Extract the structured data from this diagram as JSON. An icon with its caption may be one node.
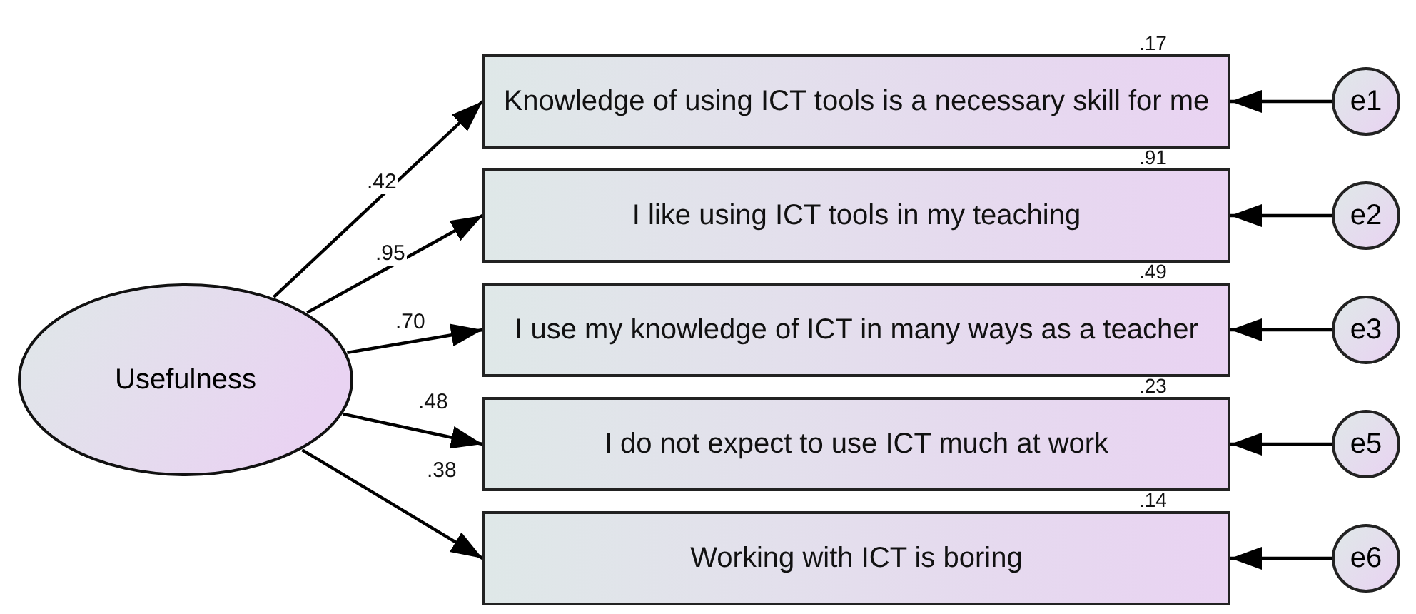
{
  "diagram": {
    "nodes": [
      {
        "text": [
          "Usefulness"
        ]
      },
      {
        "text": [
          "Knowledge of using ICT tools is a necessary skill for me"
        ],
        "beside": [
          ".17"
        ]
      },
      {
        "text": [
          "I like using ICT tools in my teaching"
        ],
        "beside": [
          ".91"
        ]
      },
      {
        "text": [
          "I use my knowledge of ICT in many ways as a teacher"
        ],
        "beside": [
          ".49"
        ]
      },
      {
        "text": [
          "I do not expect to use ICT much at work"
        ],
        "beside": [
          ".23"
        ]
      },
      {
        "text": [
          "Working with ICT is boring"
        ],
        "beside": [
          ".14"
        ]
      },
      {
        "text": [
          "e1"
        ]
      },
      {
        "text": [
          "e2"
        ]
      },
      {
        "text": [
          "e3"
        ]
      },
      {
        "text": [
          "e5"
        ]
      },
      {
        "text": [
          "e6"
        ]
      }
    ],
    "edges": [
      {
        "from": 0,
        "to": 1,
        "arrow": "to",
        "label": ".42"
      },
      {
        "from": 0,
        "to": 2,
        "arrow": "to",
        "label": ".95"
      },
      {
        "from": 0,
        "to": 3,
        "arrow": "to",
        "label": ".70"
      },
      {
        "from": 0,
        "to": 4,
        "arrow": "to",
        "label": ".48"
      },
      {
        "from": 0,
        "to": 5,
        "arrow": "to",
        "label": ".38"
      },
      {
        "from": 6,
        "to": 1,
        "arrow": "to"
      },
      {
        "from": 7,
        "to": 2,
        "arrow": "to"
      },
      {
        "from": 8,
        "to": 3,
        "arrow": "to"
      },
      {
        "from": 9,
        "to": 4,
        "arrow": "to"
      },
      {
        "from": 10,
        "to": 5,
        "arrow": "to"
      }
    ]
  }
}
